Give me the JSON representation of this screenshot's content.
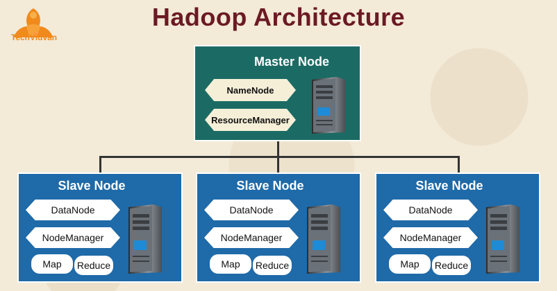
{
  "brand": {
    "name": "TechVidvan"
  },
  "title": "Hadoop Architecture",
  "master": {
    "title": "Master Node",
    "components": [
      "NameNode",
      "ResourceManager"
    ]
  },
  "slaves": [
    {
      "title": "Slave Node",
      "components": [
        "DataNode",
        "NodeManager",
        "Map",
        "Reduce"
      ]
    },
    {
      "title": "Slave Node",
      "components": [
        "DataNode",
        "NodeManager",
        "Map",
        "Reduce"
      ]
    },
    {
      "title": "Slave Node",
      "components": [
        "DataNode",
        "NodeManager",
        "Map",
        "Reduce"
      ]
    }
  ],
  "colors": {
    "background": "#f3ead8",
    "title": "#6b1a24",
    "master_fill": "#1b6b64",
    "slave_fill": "#1f6aa8",
    "logo": "#f08a1c"
  },
  "icons": [
    "techvidvan-logo-icon",
    "server-tower-icon"
  ]
}
